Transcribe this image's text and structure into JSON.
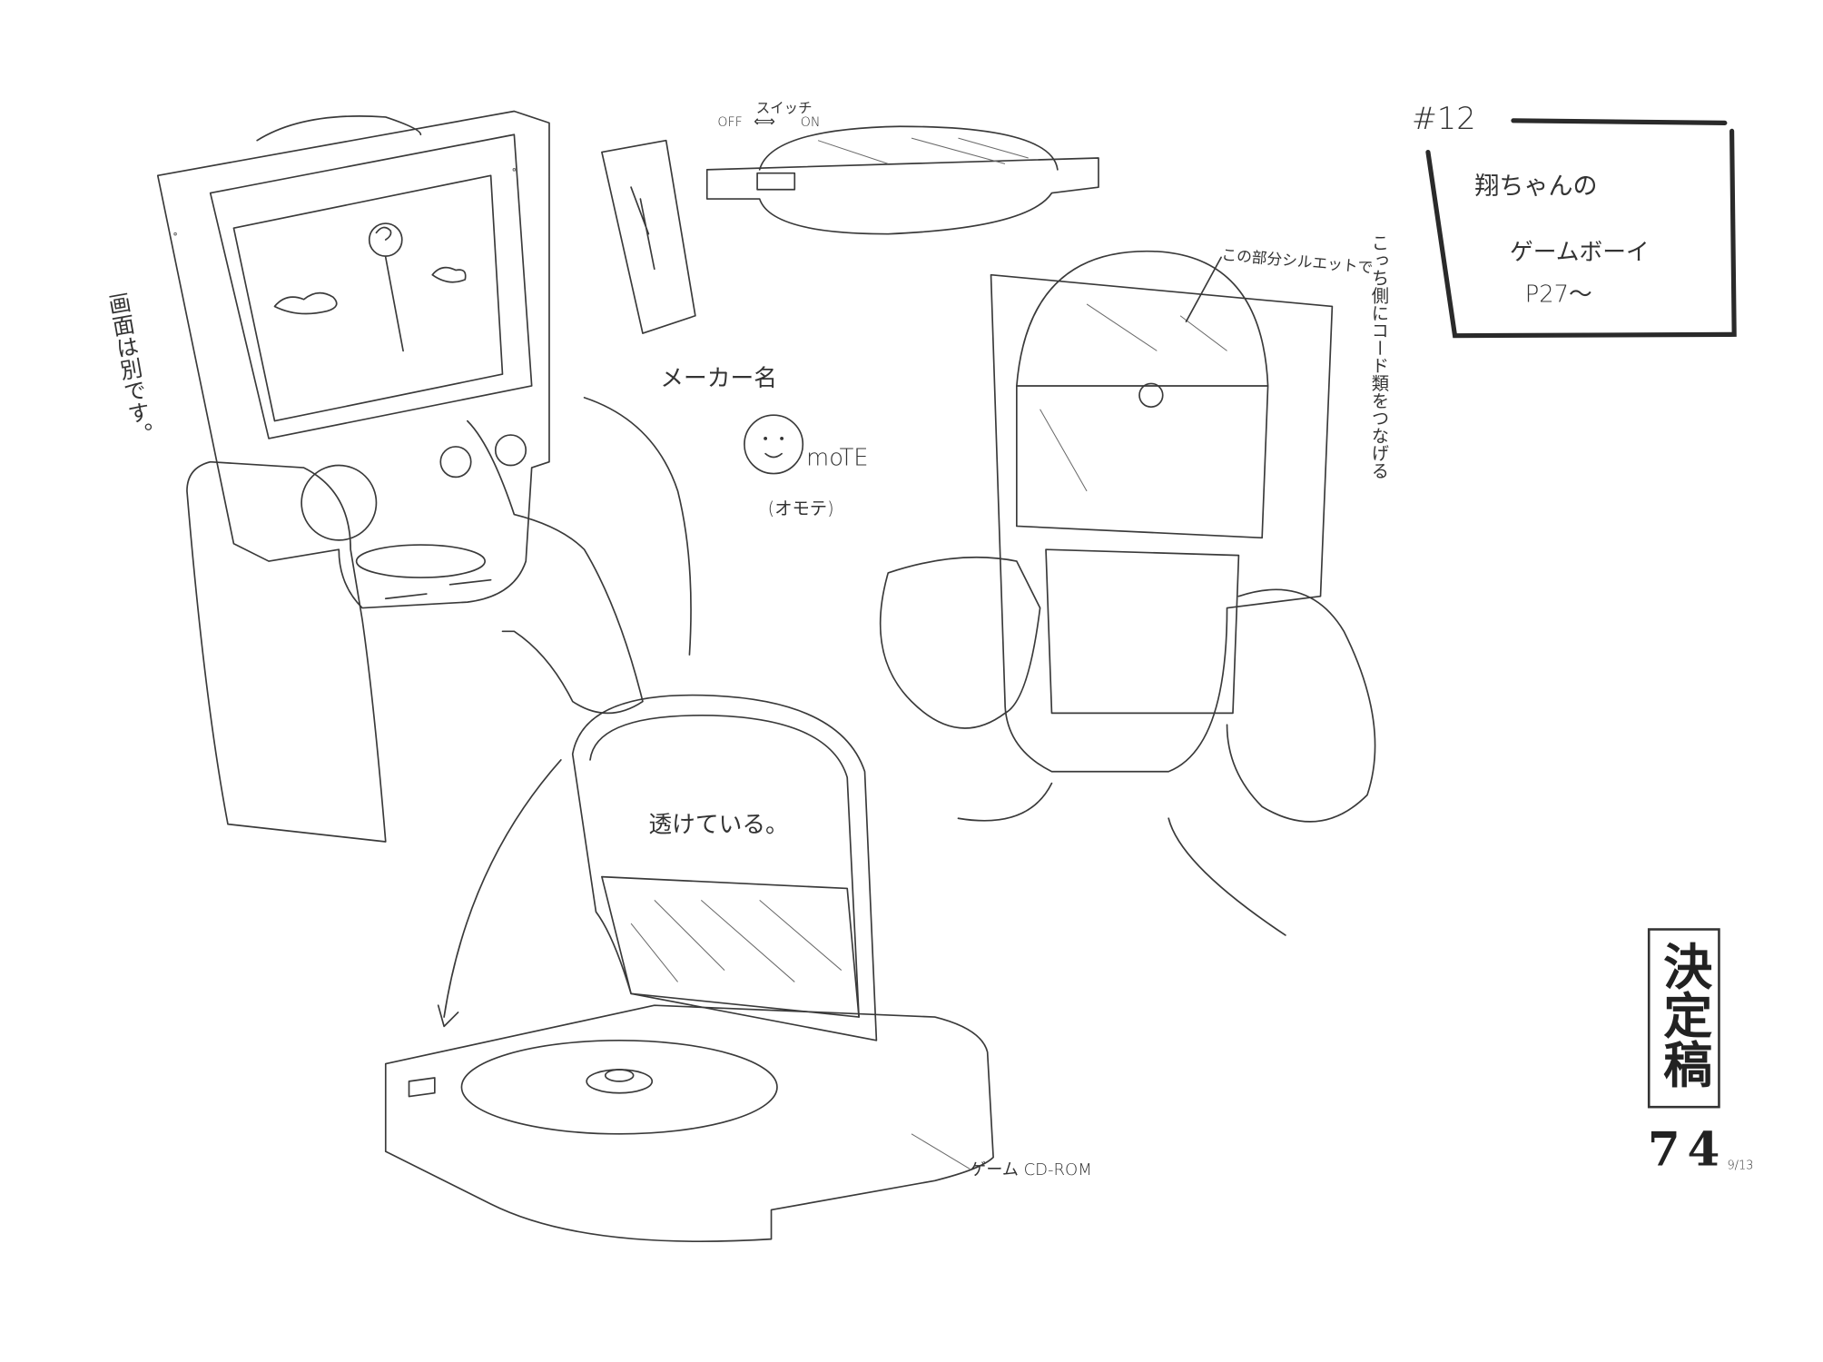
{
  "sheet": {
    "episode": "#12",
    "title_line1": "翔ちゃんの",
    "title_line2": "ゲームボーイ",
    "page_ref": "P27〜",
    "switch_label": "スイッチ",
    "switch_off": "OFF",
    "switch_on": "ON",
    "silhouette_note": "この部分シルエットで",
    "maker_label": "メーカー名",
    "maker_logo": "OmoTE",
    "maker_reading": "(オモテ)",
    "screen_note": "画面は別です。",
    "cord_note": "こっち側にコード類をつなげる",
    "transparent_note": "透けている。",
    "cdrom_label": "ゲーム CD-ROM",
    "approval_stamp": "決定稿",
    "sheet_number": "74",
    "sheet_date": "9/13"
  },
  "colors": {
    "ink": "#333333",
    "paper": "#ffffff"
  }
}
